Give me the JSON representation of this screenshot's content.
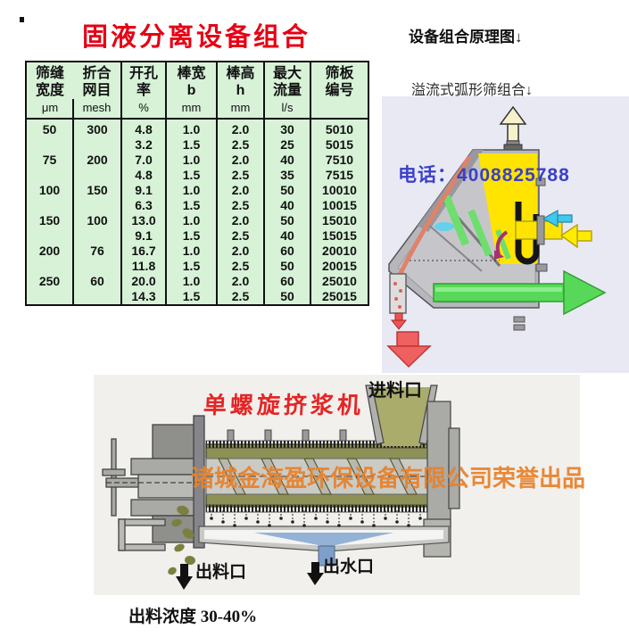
{
  "page": {
    "title": "固液分离设备组合"
  },
  "spec_table": {
    "col_headers": [
      {
        "label": "筛缝\n宽度",
        "unit": "μm"
      },
      {
        "label": "折合\n网目",
        "unit": "mesh"
      },
      {
        "label": "开孔\n率",
        "unit": "%"
      },
      {
        "label": "棒宽\nb",
        "unit": "mm"
      },
      {
        "label": "棒高\nh",
        "unit": "mm"
      },
      {
        "label": "最大\n流量",
        "unit": "l/s"
      },
      {
        "label": "筛板\n编号",
        "unit": ""
      }
    ],
    "rows": [
      [
        "50",
        "300",
        "4.8",
        "1.0",
        "2.0",
        "30",
        "5010"
      ],
      [
        "",
        "",
        "3.2",
        "1.5",
        "2.5",
        "25",
        "5015"
      ],
      [
        "75",
        "200",
        "7.0",
        "1.0",
        "2.0",
        "40",
        "7510"
      ],
      [
        "",
        "",
        "4.8",
        "1.5",
        "2.5",
        "35",
        "7515"
      ],
      [
        "100",
        "150",
        "9.1",
        "1.0",
        "2.0",
        "50",
        "10010"
      ],
      [
        "",
        "",
        "6.3",
        "1.5",
        "2.5",
        "40",
        "10015"
      ],
      [
        "150",
        "100",
        "13.0",
        "1.0",
        "2.0",
        "50",
        "15010"
      ],
      [
        "",
        "",
        "9.1",
        "1.5",
        "2.5",
        "40",
        "15015"
      ],
      [
        "200",
        "76",
        "16.7",
        "1.0",
        "2.0",
        "60",
        "20010"
      ],
      [
        "",
        "",
        "11.8",
        "1.5",
        "2.5",
        "50",
        "20015"
      ],
      [
        "250",
        "60",
        "20.0",
        "1.0",
        "2.0",
        "60",
        "25010"
      ],
      [
        "",
        "",
        "14.3",
        "1.5",
        "2.5",
        "50",
        "25015"
      ]
    ]
  },
  "right_panel": {
    "heading": "设备组合原理图↓",
    "subheading": "溢流式弧形筛组合↓",
    "phone": "电话：4008825788"
  },
  "machine": {
    "title": "单螺旋挤浆机",
    "inlet_label": "进料口",
    "discharge_label": "出料口",
    "water_outlet_label": "出水口",
    "watermark": "诸城金海盈环保设备有限公司荣誉出品",
    "note": "出料浓度 30-40%"
  },
  "colors": {
    "title_red": "#e60014",
    "machine_title_red": "#e52525",
    "table_bg": "#d7f2d7",
    "phone_blue": "#3a40c8",
    "watermark_orange": "#e8832e",
    "arc_panel_bg": "#e9e9f4",
    "machine_panel_bg": "#f1f0ed",
    "yellow_chamber": "#ffe401",
    "green_arrow": "#58d858",
    "red_arrow": "#ef6161",
    "cyan_arrow": "#3fc9e9",
    "yellow_arrow": "#ffec00"
  }
}
